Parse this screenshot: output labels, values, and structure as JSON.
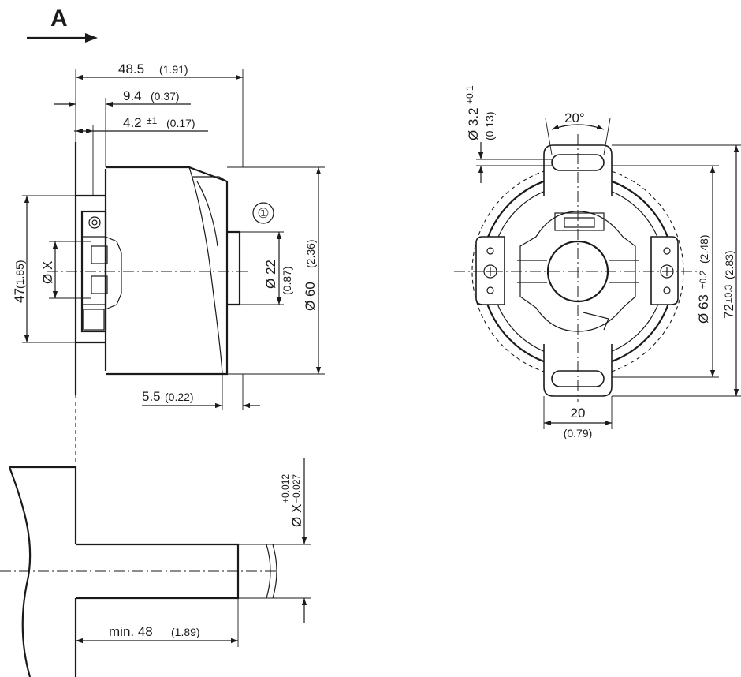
{
  "view_label": "A",
  "callout": "①",
  "side_view": {
    "overall_length": {
      "value": "48.5",
      "inch": "(1.91)"
    },
    "flange_offset": {
      "value": "9.4",
      "inch": "(0.37)"
    },
    "spring_offset": {
      "value": "4.2",
      "tol": "±1",
      "inch": "(0.17)"
    },
    "housing_height": {
      "value": "47",
      "inch": "(1.85)"
    },
    "bore": {
      "value": "Ø X"
    },
    "hub_diameter": {
      "value": "Ø 22",
      "inch": "(0.87)"
    },
    "body_diameter": {
      "value": "Ø 60",
      "inch": "(2.36)"
    },
    "rear_step": {
      "value": "5.5",
      "inch": "(0.22)"
    }
  },
  "front_view": {
    "hole_diameter": {
      "value": "Ø 3.2",
      "tol": "+0.1",
      "inch": "(0.13)"
    },
    "slot_angle": {
      "value": "20°"
    },
    "pitch_diameter": {
      "value": "Ø 63",
      "tol": "±0.2",
      "inch": "(2.48)"
    },
    "overall_height": {
      "value": "72",
      "tol": "±0.3",
      "inch": "(2.83)"
    },
    "tab_width": {
      "value": "20",
      "inch": "(0.79)"
    }
  },
  "shaft_view": {
    "shaft_tolerance": {
      "value": "Ø X",
      "upper": "+0.012",
      "lower": "−0.027"
    },
    "min_length": {
      "value": "min. 48",
      "inch": "(1.89)"
    }
  }
}
